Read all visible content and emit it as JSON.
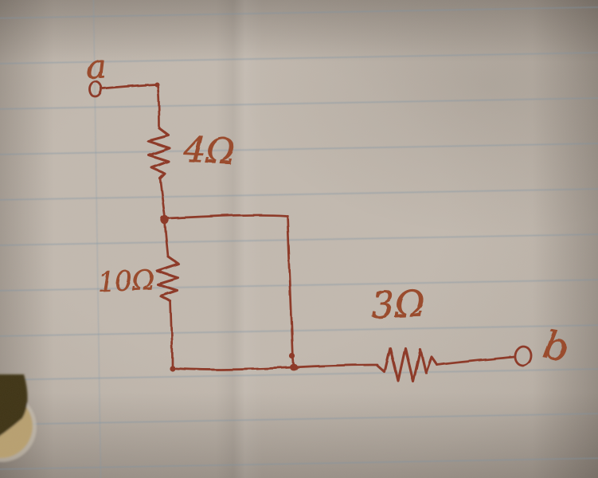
{
  "scene": {
    "description": "Photo of a hand-drawn resistor network sketched in red ink on blue-lined notebook paper, with a punched hole at the lower-left edge"
  },
  "labels": {
    "terminal_a": "a",
    "terminal_b": "b",
    "resistor_top": "4Ω",
    "resistor_left": "10Ω",
    "resistor_right": "3Ω"
  },
  "circuit": {
    "type": "resistor-network",
    "terminals": [
      "a",
      "b"
    ],
    "resistors": [
      {
        "label": "4Ω",
        "value": 4,
        "unit": "Ω",
        "orientation": "vertical",
        "role": "in series below terminal a"
      },
      {
        "label": "10Ω",
        "value": 10,
        "unit": "Ω",
        "orientation": "vertical",
        "role": "left branch of parallel loop"
      },
      {
        "label": "3Ω",
        "value": 3,
        "unit": "Ω",
        "orientation": "horizontal",
        "role": "in series toward terminal b"
      }
    ],
    "topology": "a — wire — 4Ω — node — [10Ω branch parallel with plain-wire branch forming a rectangle] — bottom node — wire — 3Ω — wire — b"
  },
  "colors": {
    "ink": "#8d3826",
    "ink_light": "#9a4a2c",
    "paper": "#bab1a7",
    "paper_edge": "#968d84",
    "rule_line": "#7d93a4",
    "margin_line": "#8297a8",
    "hole_dark": "#3f3419",
    "hole_light": "#b9a171"
  }
}
